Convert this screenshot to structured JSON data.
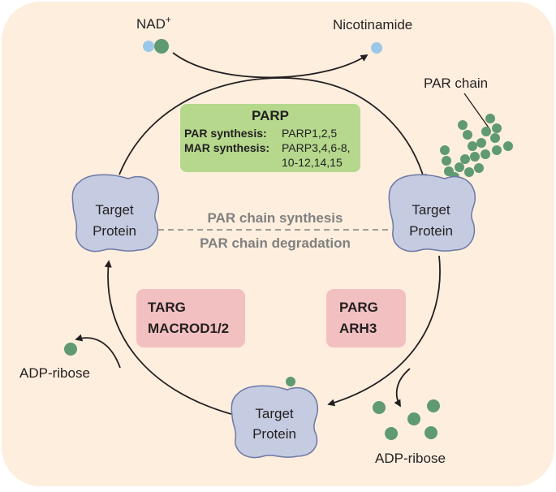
{
  "colors": {
    "background": "#fdeede",
    "protein_fill": "#c5cbe0",
    "protein_stroke": "#6e78a5",
    "bead_green": "#5f9a73",
    "bead_blue": "#9bc8e8",
    "parp_box": "#b5d88d",
    "hydrolase_box": "#f2c0c0",
    "grey_text": "#808080",
    "arrow": "#231f20"
  },
  "nad_label": "NAD",
  "nad_superscript": "+",
  "nicotinamide_label": "Nicotinamide",
  "par_chain_label": "PAR chain",
  "parp_box": {
    "title": "PARP",
    "par_synthesis_label": "PAR synthesis:",
    "par_synthesis_value": "PARP1,2,5",
    "mar_synthesis_label": "MAR synthesis:",
    "mar_synthesis_value_line1": "PARP3,4,6-8,",
    "mar_synthesis_value_line2": "10-12,14,15"
  },
  "left_protein": {
    "line1": "Target",
    "line2": "Protein"
  },
  "right_protein": {
    "line1": "Target",
    "line2": "Protein"
  },
  "bottom_protein": {
    "line1": "Target",
    "line2": "Protein"
  },
  "synthesis_label": "PAR chain synthesis",
  "degradation_label": "PAR chain degradation",
  "targ_box": {
    "line1": "TARG",
    "line2": "MACROD1/2"
  },
  "parg_box": {
    "line1": "PARG",
    "line2": "ARH3"
  },
  "adp_ribose_left": "ADP-ribose",
  "adp_ribose_right": "ADP-ribose"
}
